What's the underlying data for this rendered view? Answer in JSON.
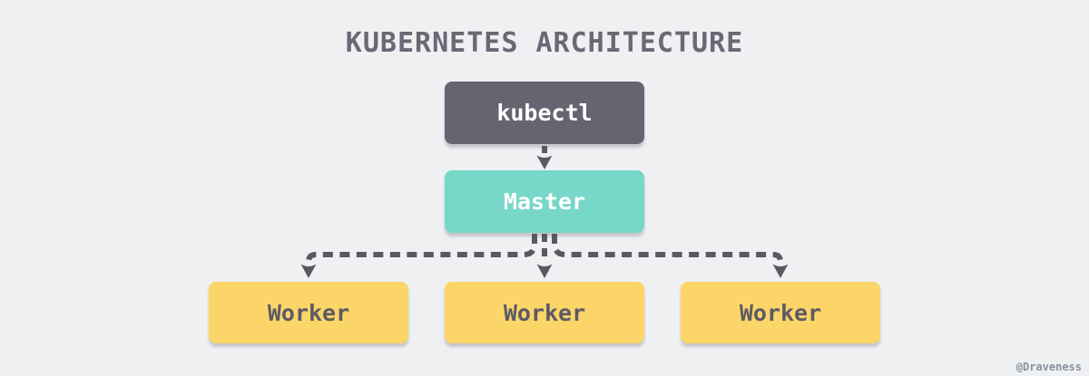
{
  "title": "KUBERNETES ARCHITECTURE",
  "watermark": "@Draveness",
  "colors": {
    "background": "#eef0f2",
    "kubectl_box": "#666471",
    "master_box": "#77d7c8",
    "worker_box": "#fbd567",
    "arrow": "#5b5863",
    "title_text": "#6a6875",
    "box_light_text": "#ffffff",
    "worker_text": "#5d5a66",
    "watermark_text": "#8b919c"
  },
  "diagram": {
    "type": "flowchart",
    "nodes": [
      {
        "id": "kubectl",
        "label": "kubectl",
        "row": 1
      },
      {
        "id": "master",
        "label": "Master",
        "row": 2
      },
      {
        "id": "worker-1",
        "label": "Worker",
        "row": 3
      },
      {
        "id": "worker-2",
        "label": "Worker",
        "row": 3
      },
      {
        "id": "worker-3",
        "label": "Worker",
        "row": 3
      }
    ],
    "edges": [
      {
        "from": "kubectl",
        "to": "master",
        "style": "dashed-arrow"
      },
      {
        "from": "master",
        "to": "worker-1",
        "style": "dashed-arrow"
      },
      {
        "from": "master",
        "to": "worker-2",
        "style": "dashed-arrow"
      },
      {
        "from": "master",
        "to": "worker-3",
        "style": "dashed-arrow"
      }
    ]
  }
}
